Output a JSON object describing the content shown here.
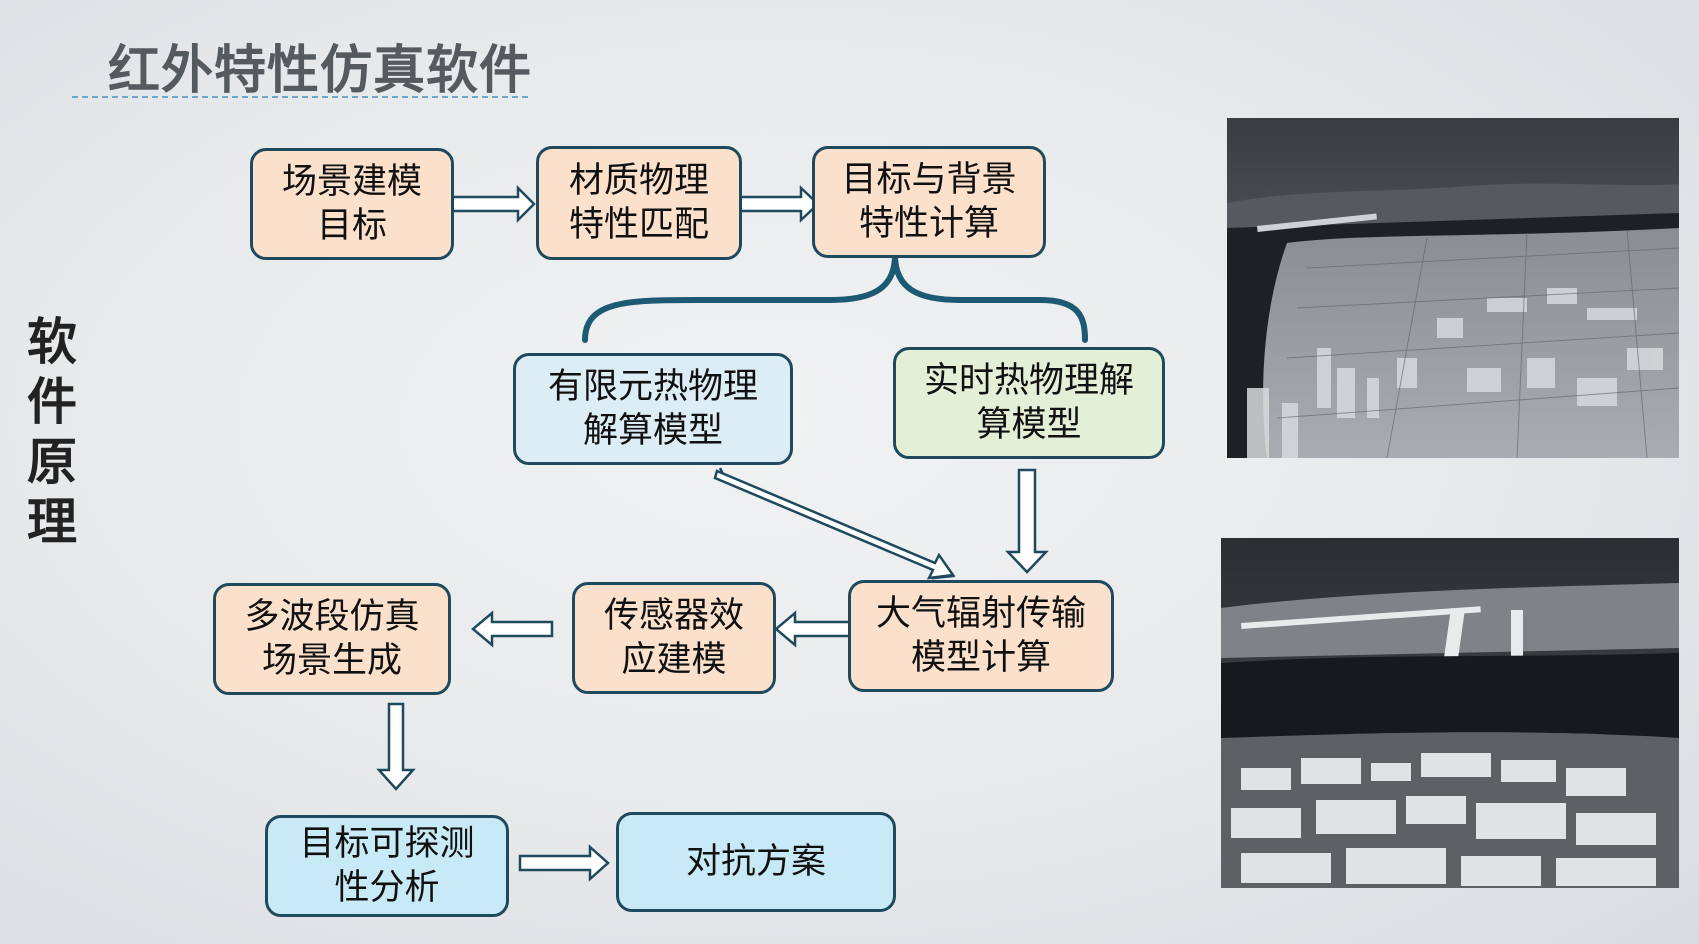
{
  "title": "红外特性仿真软件",
  "side_label": [
    "软",
    "件",
    "原",
    "理"
  ],
  "nodes": {
    "scene_modeling": [
      "场景建模",
      "目标"
    ],
    "material_match": [
      "材质物理",
      "特性匹配"
    ],
    "target_bg_calc": [
      "目标与背景",
      "特性计算"
    ],
    "fem_model": [
      "有限元热物理",
      "解算模型"
    ],
    "realtime_model": [
      "实时热物理解",
      "算模型"
    ],
    "atmo_calc": [
      "大气辐射传输",
      "模型计算"
    ],
    "sensor_model": [
      "传感器效",
      "应建模"
    ],
    "multiband_gen": [
      "多波段仿真",
      "场景生成"
    ],
    "detect_analysis": [
      "目标可探测",
      "性分析"
    ],
    "countermeasure": [
      "对抗方案"
    ]
  },
  "colors": {
    "border": "#1f4a5e",
    "peach": "#fbe1cc",
    "light_blue": "#dcedf6",
    "light_green": "#e3f0d7",
    "cyan": "#c8eaf6",
    "brace": "#1b5a72",
    "title": "#555a5e"
  }
}
